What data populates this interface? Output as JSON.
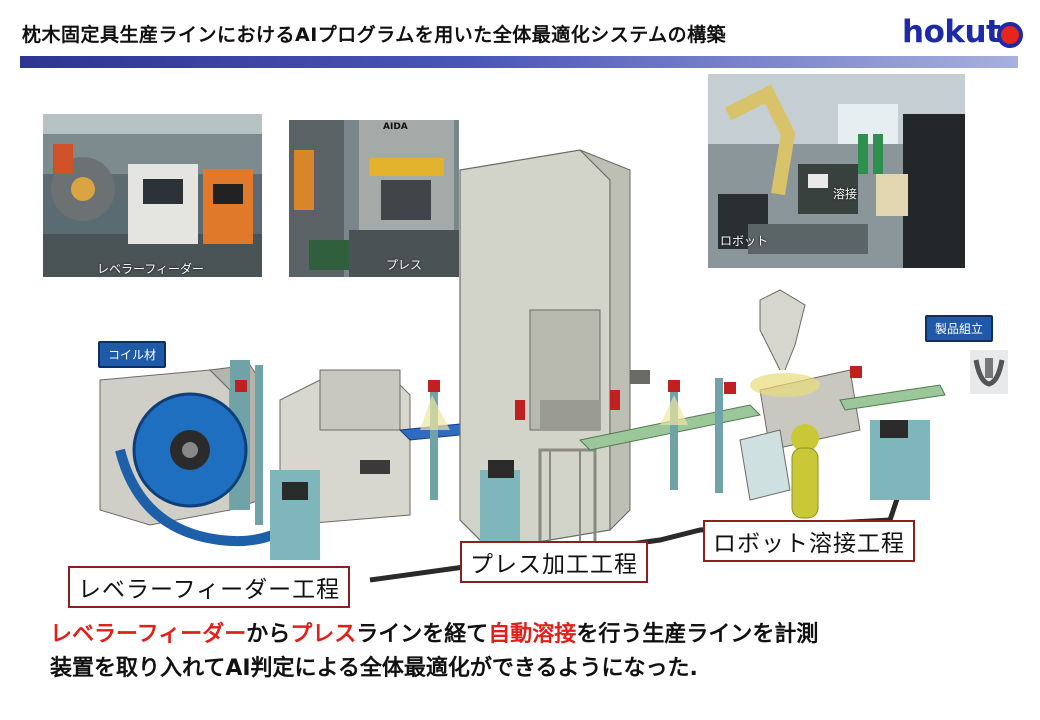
{
  "header": {
    "title": "枕木固定具生産ラインにおけるAIプログラムを用いた全体最適化システムの構築",
    "logo_text": "hokut"
  },
  "photos": {
    "leveler_caption": "レベラーフィーダー",
    "press_caption": "プレス",
    "press_sign": "AIDA",
    "robot_caption": "ロボット",
    "welding_caption": "溶接"
  },
  "labels": {
    "coil": "コイル材",
    "product": "製品組立"
  },
  "stages": {
    "leveler": "レベラーフィーダー工程",
    "press": "プレス加工工程",
    "robot": "ロボット溶接工程"
  },
  "summary": {
    "part1": "レベラーフィーダー",
    "part2": "から",
    "part3": "プレス",
    "part4": "ラインを経て",
    "part5": "自動溶接",
    "part6": "を行う生産ラインを計測",
    "line2": "装置を取り入れてAI判定による全体最適化ができるようになった."
  },
  "colors": {
    "accent_red": "#e0201b",
    "logo_blue": "#1c2aa8",
    "label_blue": "#1e5aa8",
    "stage_border": "#8c1f1f"
  }
}
